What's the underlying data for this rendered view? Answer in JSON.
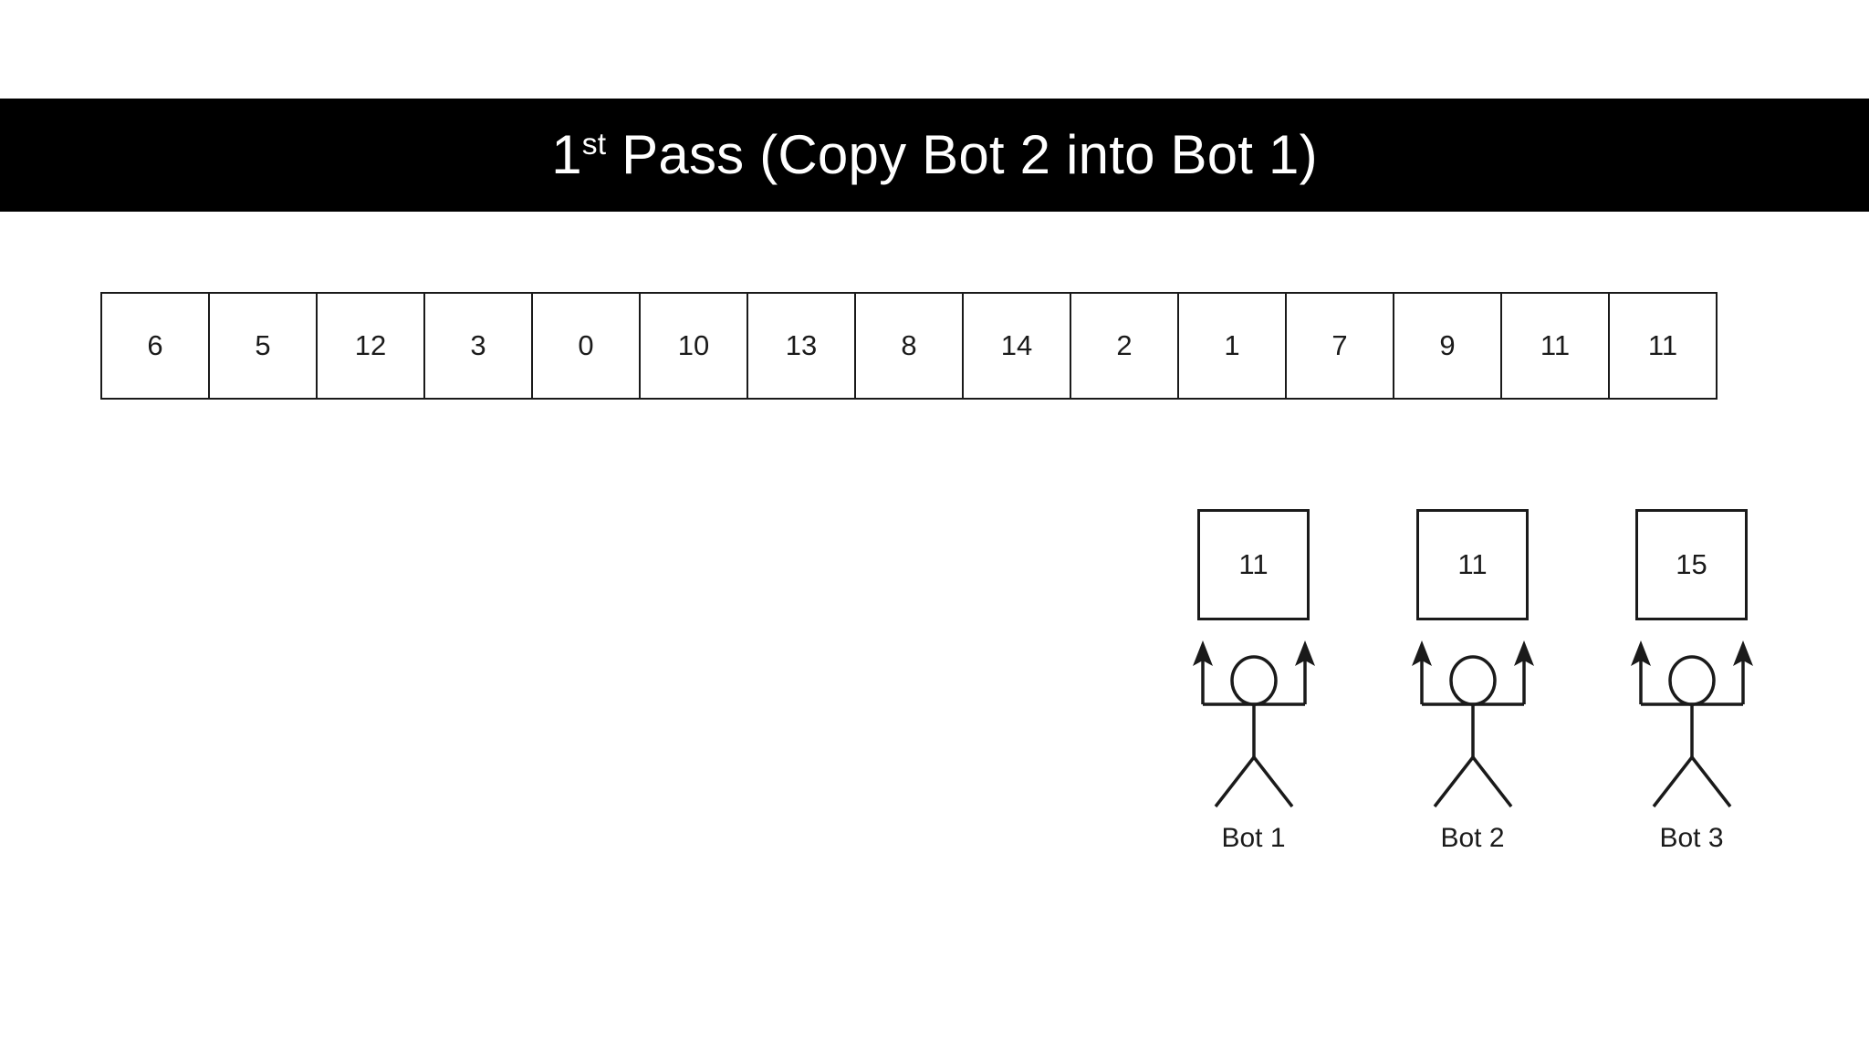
{
  "slide": {
    "title_prefix": "1",
    "title_sup": "st",
    "title_rest": " Pass (Copy Bot 2 into Bot 1)",
    "title_full": "1st Pass (Copy Bot 2 into Bot 1)",
    "background_color": "#ffffff",
    "title_bar_color": "#000000",
    "title_text_color": "#ffffff",
    "stroke_color": "#1a1a1a"
  },
  "array": {
    "label": "data-array",
    "cell_count": 15,
    "values": [
      "6",
      "5",
      "12",
      "3",
      "0",
      "10",
      "13",
      "8",
      "14",
      "2",
      "1",
      "7",
      "9",
      "11",
      "11"
    ]
  },
  "bots": [
    {
      "name": "Bot 1",
      "value": "11",
      "icon": "stick-figure-arms-up-icon"
    },
    {
      "name": "Bot 2",
      "value": "11",
      "icon": "stick-figure-arms-up-icon"
    },
    {
      "name": "Bot 3",
      "value": "15",
      "icon": "stick-figure-arms-up-icon"
    }
  ]
}
